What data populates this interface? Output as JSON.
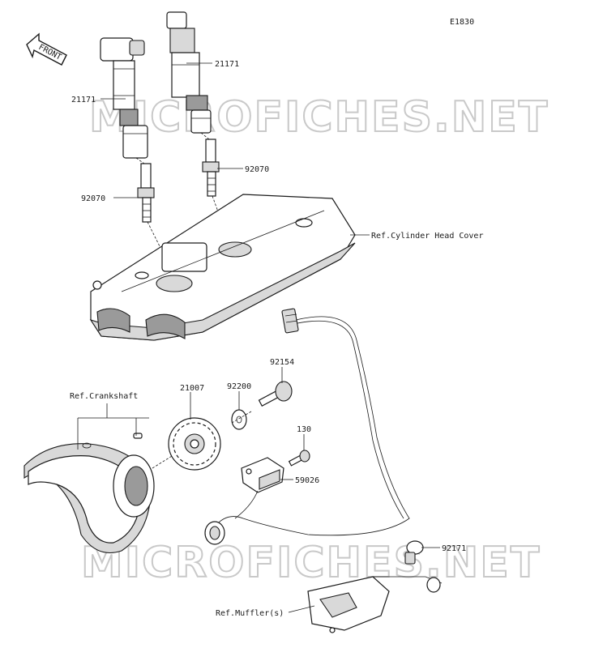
{
  "diagram_code": "E1830",
  "front_label": "FRONT",
  "watermark": "MICROFICHES.NET",
  "callouts": {
    "coil_left": "21171",
    "coil_right": "21171",
    "plug_left": "92070",
    "plug_right": "92070",
    "head_cover": "Ref.Cylinder Head Cover",
    "crankshaft": "Ref.Crankshaft",
    "rotor": "21007",
    "washer": "92200",
    "bolt_large": "92154",
    "bolt_small": "130",
    "sensor": "59026",
    "grommet": "92171",
    "muffler": "Ref.Muffler(s)"
  }
}
